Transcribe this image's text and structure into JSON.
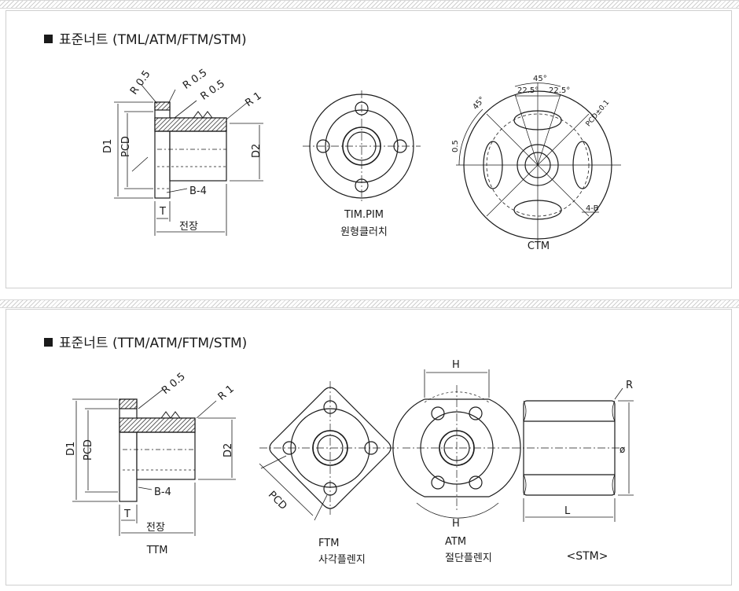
{
  "section1": {
    "heading": "표준너트 (TML/ATM/FTM/STM)",
    "side_view": {
      "r_labels": [
        "R 0.5",
        "R 0.5",
        "R 0.5",
        "R 1"
      ],
      "dim_labels": {
        "d1": "D1",
        "pcd": "PCD",
        "d2": "D2",
        "b4": "B-4",
        "t": "T",
        "length": "전장"
      }
    },
    "tim_pim": {
      "caption_line1": "TIM.PIM",
      "caption_line2": "원형클러치"
    },
    "ctm": {
      "caption": "CTM",
      "angle_labels": [
        "45°",
        "22.5°",
        "22.5°",
        "45°",
        "0.5"
      ],
      "pcd_label": "PCD±0.1",
      "hole_label": "4-B"
    }
  },
  "section2": {
    "heading": "표준너트 (TTM/ATM/FTM/STM)",
    "ttm": {
      "caption": "TTM",
      "r_labels": [
        "R 0.5",
        "R 1"
      ],
      "dim_labels": {
        "d1": "D1",
        "pcd": "PCD",
        "d2": "D2",
        "b4": "B-4",
        "t": "T",
        "length": "전장"
      }
    },
    "ftm": {
      "caption_line1": "FTM",
      "caption_line2": "사각플렌지",
      "pcd_label": "PCD"
    },
    "atm": {
      "caption_line1": "ATM",
      "caption_line2": "절단플렌지",
      "h_label": "H"
    },
    "stm": {
      "caption": "<STM>",
      "r_label": "R",
      "phi_label": "ø",
      "l_label": "L"
    }
  }
}
